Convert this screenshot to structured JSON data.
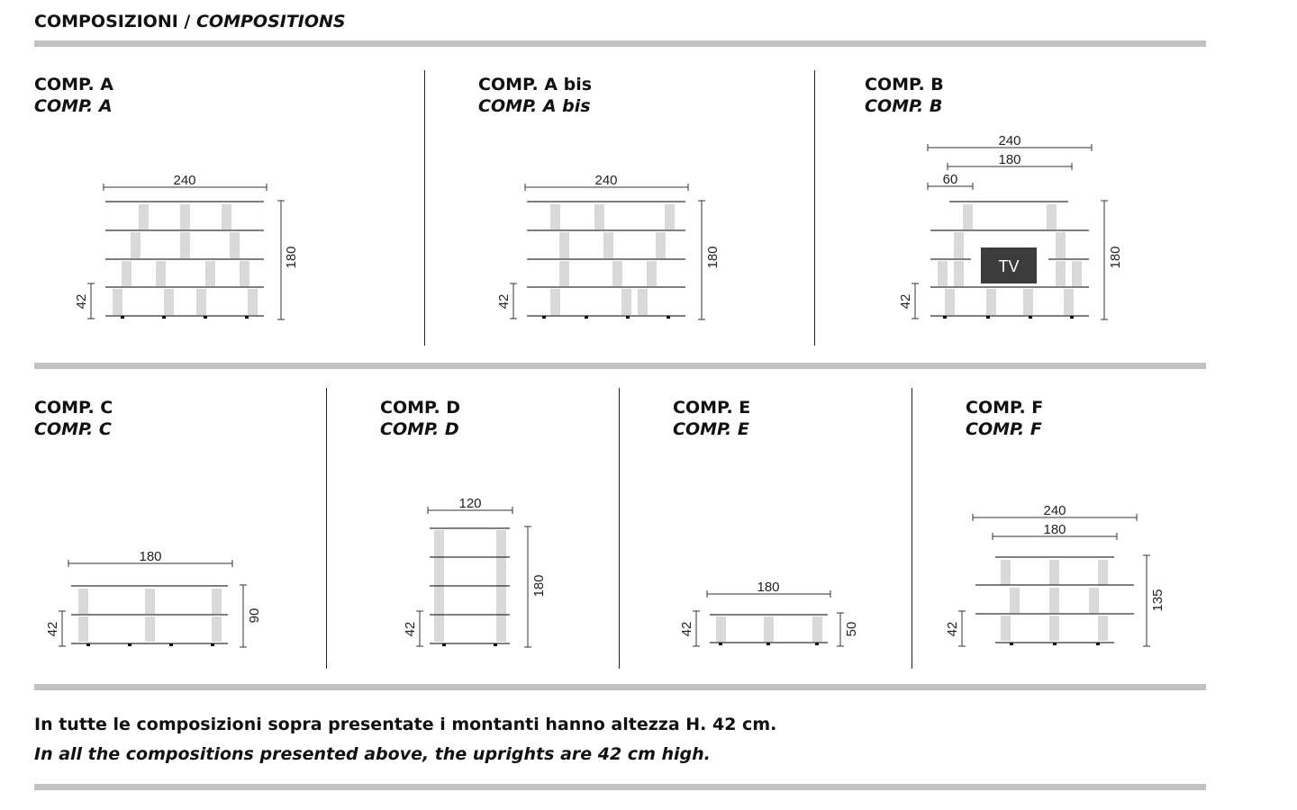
{
  "header": {
    "title_it": "COMPOSIZIONI /",
    "title_en": "COMPOSITIONS"
  },
  "tv_label": "TV",
  "compositions": [
    {
      "name_it": "COMP. A",
      "name_en": "COMP. A",
      "width_labels": [
        "240"
      ],
      "height_label": "180",
      "upright_label": "42"
    },
    {
      "name_it": "COMP. A bis",
      "name_en": "COMP. A bis",
      "width_labels": [
        "240"
      ],
      "height_label": "180",
      "upright_label": "42"
    },
    {
      "name_it": "COMP. B",
      "name_en": "COMP. B",
      "width_labels": [
        "240",
        "180",
        "60"
      ],
      "height_label": "180",
      "upright_label": "42"
    },
    {
      "name_it": "COMP. C",
      "name_en": "COMP. C",
      "width_labels": [
        "180"
      ],
      "height_label": "90",
      "upright_label": "42"
    },
    {
      "name_it": "COMP. D",
      "name_en": "COMP. D",
      "width_labels": [
        "120"
      ],
      "height_label": "180",
      "upright_label": "42"
    },
    {
      "name_it": "COMP. E",
      "name_en": "COMP. E",
      "width_labels": [
        "180"
      ],
      "height_label": "50",
      "upright_label": "42"
    },
    {
      "name_it": "COMP. F",
      "name_en": "COMP. F",
      "width_labels": [
        "240",
        "180"
      ],
      "height_label": "135",
      "upright_label": "42"
    }
  ],
  "footer": {
    "note_it": "In tutte le composizioni sopra presentate i montanti hanno altezza H. 42 cm.",
    "note_en": "In all the compositions presented above, the uprights are 42 cm high."
  },
  "colors": {
    "separator_bar": "#c2c2c2",
    "upright": "#d9d9d9",
    "shelf": "#333333",
    "tv_box": "#3c3c3c"
  }
}
